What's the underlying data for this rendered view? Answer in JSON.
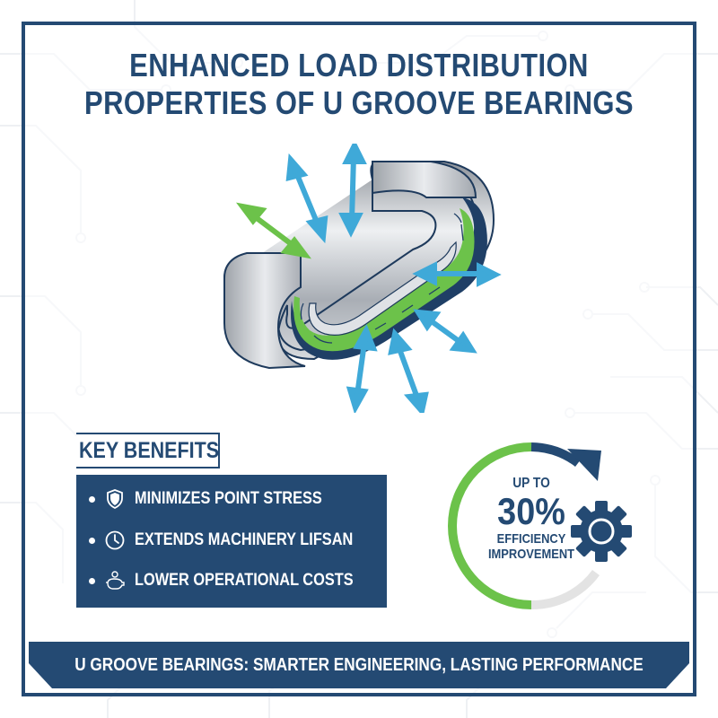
{
  "title": {
    "line1": "ENHANCED LOAD DISTRIBUTION",
    "line2": "PROPERTIES OF U GROOVE BEARINGS"
  },
  "illustration": {
    "subject": "u-groove-bearing-cutaway",
    "arrows": {
      "blue_count": 6,
      "green_count": 1
    }
  },
  "key_benefits": {
    "heading": "KEY BENEFITS",
    "items": [
      {
        "icon": "shield-icon",
        "label": "MINIMIZES POINT STRESS"
      },
      {
        "icon": "clock-icon",
        "label": "EXTENDS MACHINERY LIFSAN"
      },
      {
        "icon": "piggy-bank-icon",
        "label": "LOWER OPERATIONAL COSTS"
      }
    ]
  },
  "efficiency": {
    "prefix": "UP TO",
    "value": "30%",
    "line1": "EFFICIENCY",
    "line2": "IMPROVEMENT",
    "icon": "gear-icon"
  },
  "footer": {
    "tagline": "U GROOVE BEARINGS: SMARTER ENGINEERING, LASTING PERFORMANCE"
  },
  "colors": {
    "navy": "#244a73",
    "green": "#6cc24a",
    "sky_blue": "#3fa9d8",
    "steel": "#b8bcc2",
    "light_gray": "#e3e3e3"
  }
}
